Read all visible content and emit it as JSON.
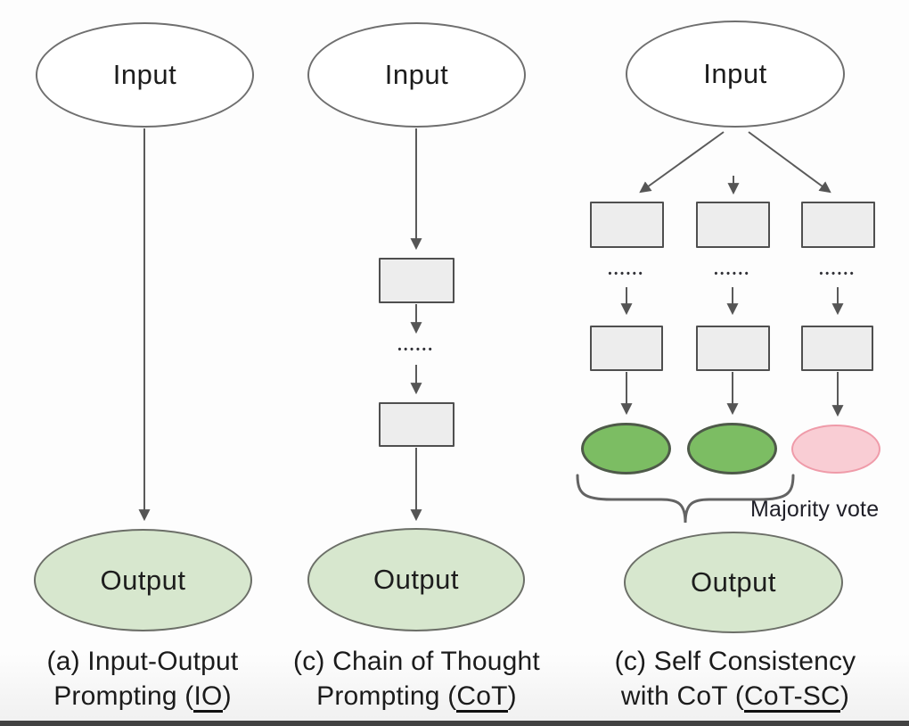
{
  "labels": {
    "input": "Input",
    "output": "Output",
    "dots": "••••••",
    "majority_vote": "Majority vote"
  },
  "captions": {
    "io": {
      "line1": "(a) Input-Output",
      "line2_pre": "Prompting (",
      "line2_underlined": "IO",
      "line2_post": ")"
    },
    "cot": {
      "line1": "(c) Chain of Thought",
      "line2_pre": "Prompting (",
      "line2_underlined": "CoT",
      "line2_post": ")"
    },
    "cot_sc": {
      "line1": "(c) Self Consistency",
      "line2_pre": "with CoT (",
      "line2_underlined": "CoT-SC",
      "line2_post": ")"
    }
  },
  "colors": {
    "output_ellipse_fill": "#d7e7ce",
    "thought_box_fill": "#ededed",
    "vote_green_fill": "#7cbd63",
    "vote_pink_fill": "#f9cdd4",
    "line": "#5a5a5a",
    "text": "#1b1b1b"
  }
}
